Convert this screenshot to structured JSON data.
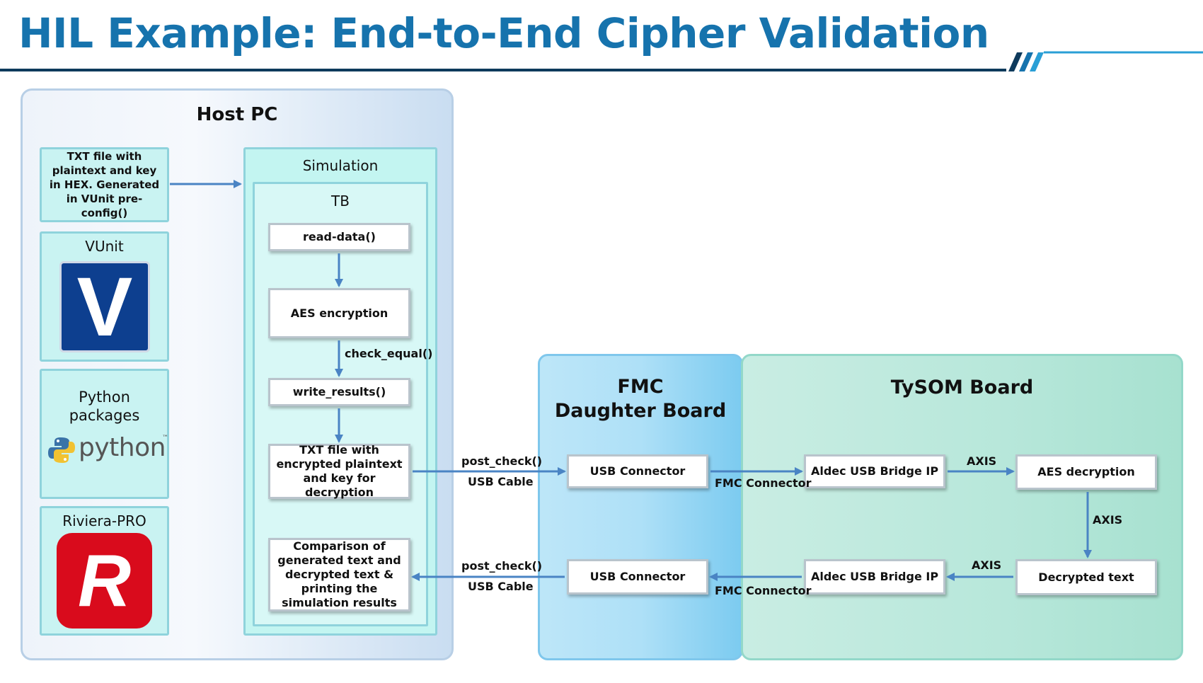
{
  "slide": {
    "title": "HIL Example: End-to-End Cipher Validation",
    "accent_color": "#1673ad",
    "rule_color": "#0e3a5c"
  },
  "host_pc": {
    "title": "Host PC",
    "txt_file_box": "TXT file with plaintext and key in HEX. Generated in VUnit pre-config()",
    "vunit_label": "VUnit",
    "vunit_logo_letter": "V",
    "python_label": "Python packages",
    "python_logo_text": "python",
    "python_logo_tm": "™",
    "riviera_label": "Riviera-PRO",
    "riviera_logo_letter": "R",
    "simulation": {
      "title": "Simulation",
      "tb_title": "TB",
      "nodes": {
        "read_data": "read-data()",
        "aes_encryption": "AES encryption",
        "write_results": "write_results()",
        "txt_encrypted": "TXT file with encrypted plaintext and key for decryption",
        "comparison": "Comparison of generated text and decrypted text & printing the simulation results"
      },
      "check_equal_label": "check_equal()"
    }
  },
  "links": {
    "post_check_top": "post_check()",
    "usb_cable_top": "USB Cable",
    "post_check_bottom": "post_check()",
    "usb_cable_bottom": "USB Cable",
    "fmc_connector_top": "FMC Connector",
    "fmc_connector_bottom": "FMC Connector",
    "axis_top": "AXIS",
    "axis_right": "AXIS",
    "axis_bottom": "AXIS"
  },
  "fmc_board": {
    "title_line1": "FMC",
    "title_line2": "Daughter Board",
    "usb_connector_top": "USB Connector",
    "usb_connector_bottom": "USB Connector"
  },
  "tysom_board": {
    "title": "TySOM Board",
    "bridge_top": "Aldec USB Bridge IP",
    "bridge_bottom": "Aldec USB Bridge IP",
    "aes_decryption": "AES decryption",
    "decrypted_text": "Decrypted text"
  }
}
